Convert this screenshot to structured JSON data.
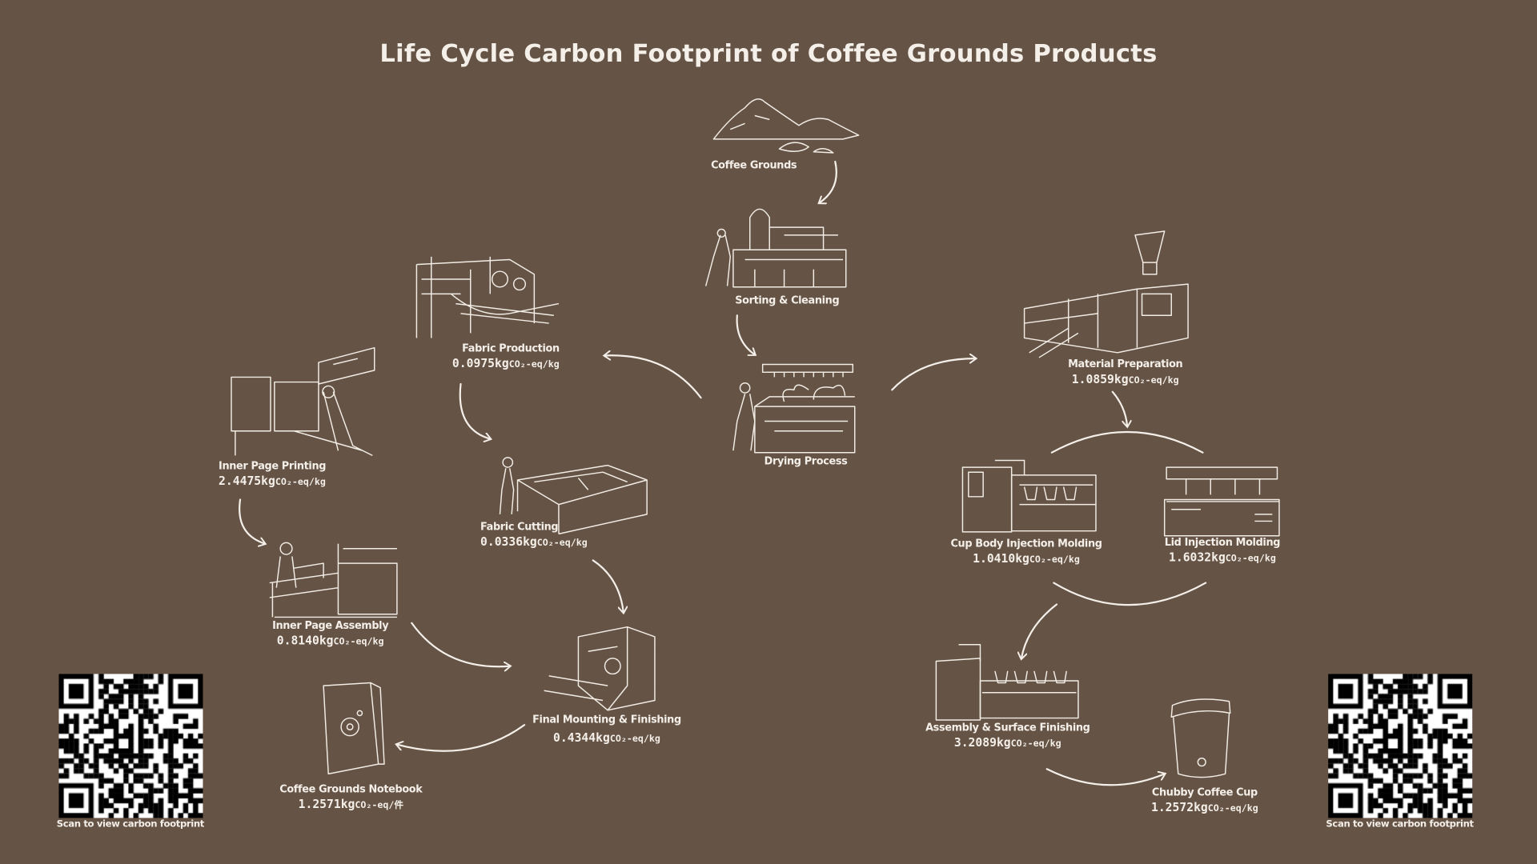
{
  "title": "Life Cycle Carbon Footprint of Coffee Grounds Products",
  "unit_suffix": "-eq/kg",
  "co2": "CO₂",
  "nodes": {
    "coffee_grounds": {
      "name": "Coffee Grounds"
    },
    "sorting": {
      "name": "Sorting & Cleaning"
    },
    "drying": {
      "name": "Drying Process"
    },
    "fabric_production": {
      "name": "Fabric Production",
      "value": "0.0975kg",
      "unit": "CO₂-eq/kg"
    },
    "inner_page_printing": {
      "name": "Inner Page Printing",
      "value": "2.4475kg",
      "unit": "CO₂-eq/kg"
    },
    "fabric_cutting": {
      "name": "Fabric Cutting",
      "value": "0.0336kg",
      "unit": "CO₂-eq/kg"
    },
    "inner_page_assembly": {
      "name": "Inner Page Assembly",
      "value": "0.8140kg",
      "unit": "CO₂-eq/kg"
    },
    "final_mounting": {
      "name": "Final Mounting & Finishing",
      "value": "0.4344kg",
      "unit": "CO₂-eq/kg"
    },
    "notebook": {
      "name": "Coffee Grounds Notebook",
      "value": "1.2571kg",
      "unit": "CO₂-eq/件"
    },
    "material_preparation": {
      "name": "Material Preparation",
      "value": "1.0859kg",
      "unit": "CO₂-eq/kg"
    },
    "cup_body": {
      "name": "Cup Body Injection Molding",
      "value": "1.0410kg",
      "unit": "CO₂-eq/kg"
    },
    "lid": {
      "name": "Lid Injection Molding",
      "value": "1.6032kg",
      "unit": "CO₂-eq/kg"
    },
    "assembly": {
      "name": "Assembly & Surface Finishing",
      "value": "3.2089kg",
      "unit": "CO₂-eq/kg"
    },
    "cup": {
      "name": "Chubby Coffee Cup",
      "value": "1.2572kg",
      "unit": "CO₂-eq/kg"
    }
  },
  "qr_left": {
    "caption": "Scan to view carbon footprint"
  },
  "qr_right": {
    "caption": "Scan to view carbon footprint"
  },
  "colors": {
    "background": "#655346",
    "ink": "#f4efe8"
  }
}
